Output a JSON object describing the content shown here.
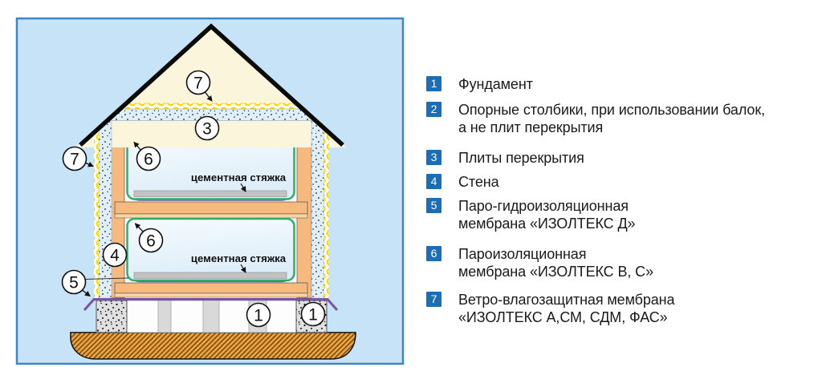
{
  "diagram": {
    "cement_screed_label": "цементная стяжка",
    "callouts": {
      "roof_membrane": "7",
      "slab": "3",
      "vapor_room1": "6",
      "wall_membrane": "7",
      "wall": "4",
      "vapor_room2": "6",
      "foundation_membrane": "5",
      "foundation_mid": "1",
      "foundation_corner": "1"
    }
  },
  "legend": {
    "items": [
      {
        "number": "1",
        "lines": [
          "Фундамент"
        ]
      },
      {
        "number": "2",
        "lines": [
          "Опорные столбики, при использовании балок,",
          "а не плит перекрытия"
        ]
      },
      {
        "number": "3",
        "lines": [
          "Плиты перекрытия"
        ]
      },
      {
        "number": "4",
        "lines": [
          "Стена"
        ]
      },
      {
        "number": "5",
        "lines": [
          "Паро-гидроизоляционная",
          "мембрана «ИЗОЛТЕКС Д»"
        ]
      },
      {
        "number": "6",
        "lines": [
          "Пароизоляционная",
          "мембрана «ИЗОЛТЕКС В, С»"
        ]
      },
      {
        "number": "7",
        "lines": [
          "Ветро-влагозащитная мембрана",
          "«ИЗОЛТЕКС А,СМ, СДМ, ФАС»"
        ]
      }
    ]
  },
  "colors": {
    "sky": "#C6E3F7",
    "frame_border": "#3E86C4",
    "legend_badge": "#1B6EB6",
    "wall_orange": "#F6BA7F",
    "beam_light": "#FAD4A6",
    "roof_cream": "#FBF5DB",
    "membrane_yellow": "#FFD903",
    "membrane_green": "#2FAE68",
    "membrane_purple": "#7C52A3",
    "ground_orange": "#EDA440"
  }
}
